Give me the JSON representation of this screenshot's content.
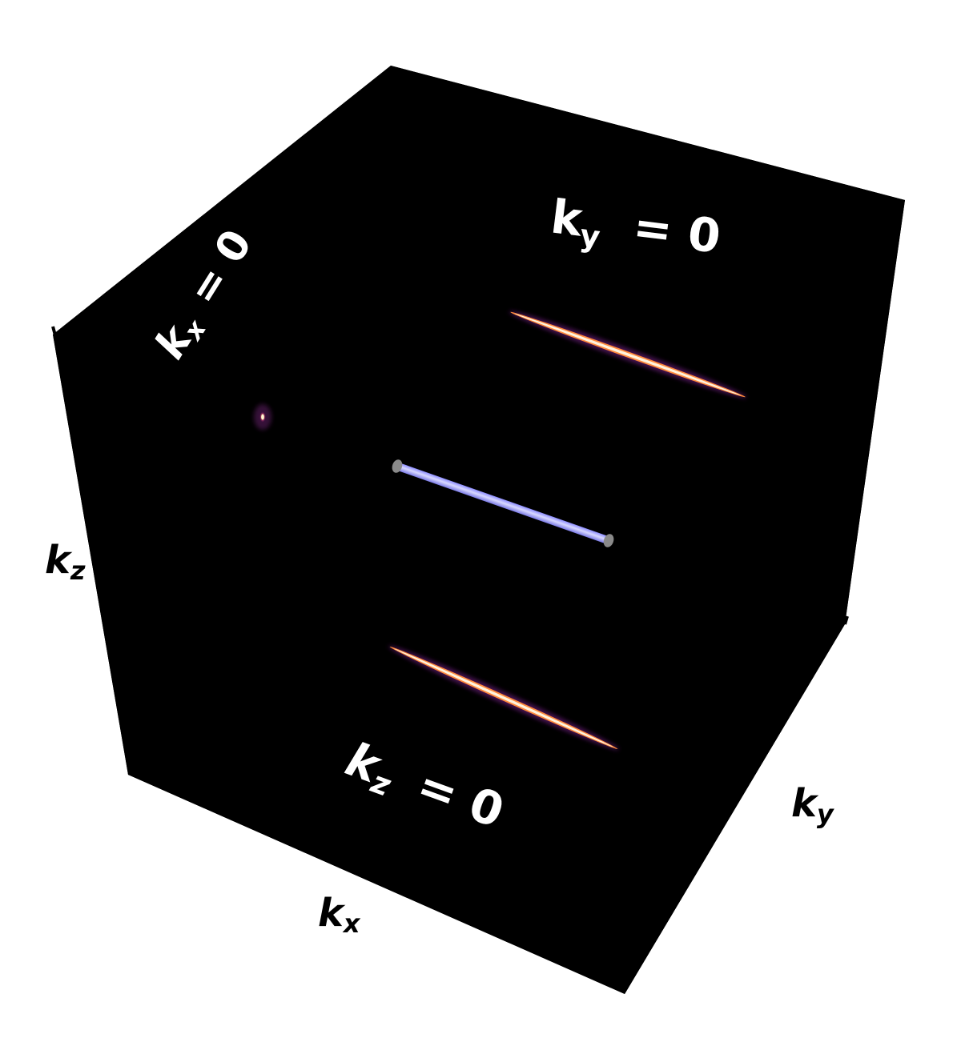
{
  "figure": {
    "plane_labels": {
      "kx_plane": {
        "var": "k",
        "sub": "x",
        "eq": "= 0"
      },
      "ky_plane": {
        "var": "k",
        "sub": "y",
        "eq": "= 0"
      },
      "kz_plane": {
        "var": "k",
        "sub": "z",
        "eq": "= 0"
      }
    },
    "axis_labels": {
      "kx": {
        "var": "k",
        "sub": "x"
      },
      "ky": {
        "var": "k",
        "sub": "y"
      },
      "kz": {
        "var": "k",
        "sub": "z"
      }
    },
    "colors": {
      "plane_fill": "#000000",
      "background": "#ffffff",
      "projection_core": "#fff6e0",
      "projection_mid": "#ff9a3c",
      "projection_glow": "#8a2fa0",
      "rod": "#b9b9ff",
      "rod_caps": "#8a8a8a"
    }
  }
}
